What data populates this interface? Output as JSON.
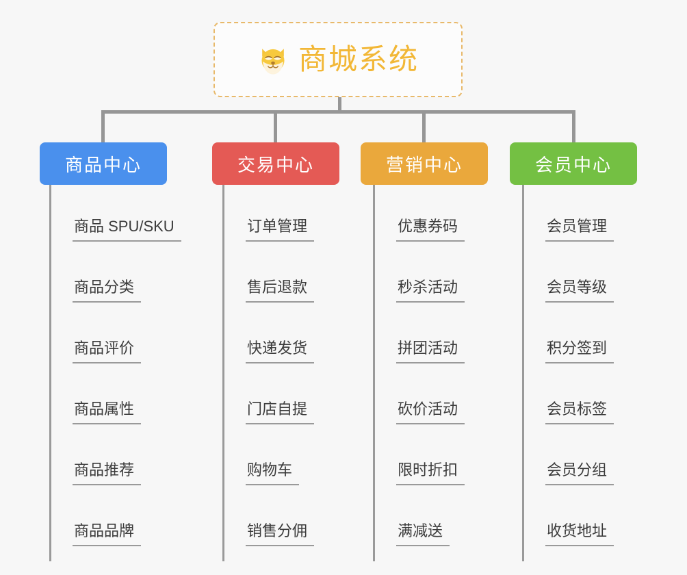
{
  "background_color": "#f7f7f7",
  "root": {
    "icon": "shiba-dog-emoji",
    "title": "商城系统",
    "title_color": "#f2b736",
    "border_color": "#e8b96a"
  },
  "connector_color": "#969696",
  "columns": [
    {
      "id": "product-center",
      "label": "商品中心",
      "color": "#4a90ed",
      "items": [
        "商品 SPU/SKU",
        "商品分类",
        "商品评价",
        "商品属性",
        "商品推荐",
        "商品品牌"
      ]
    },
    {
      "id": "trade-center",
      "label": "交易中心",
      "color": "#e45a55",
      "items": [
        "订单管理",
        "售后退款",
        "快递发货",
        "门店自提",
        "购物车",
        "销售分佣"
      ]
    },
    {
      "id": "marketing-center",
      "label": "营销中心",
      "color": "#eaa83c",
      "items": [
        "优惠券码",
        "秒杀活动",
        "拼团活动",
        "砍价活动",
        "限时折扣",
        "满减送"
      ]
    },
    {
      "id": "member-center",
      "label": "会员中心",
      "color": "#74c043",
      "items": [
        "会员管理",
        "会员等级",
        "积分签到",
        "会员标签",
        "会员分组",
        "收货地址"
      ]
    }
  ],
  "layout": {
    "head_left": [
      58,
      310,
      525,
      745
    ],
    "head_width": [
      186,
      186,
      186,
      186
    ],
    "drop_left": [
      148,
      400,
      620,
      838
    ],
    "spine_left": [
      72,
      325,
      545,
      763
    ],
    "spine_height": 550
  }
}
